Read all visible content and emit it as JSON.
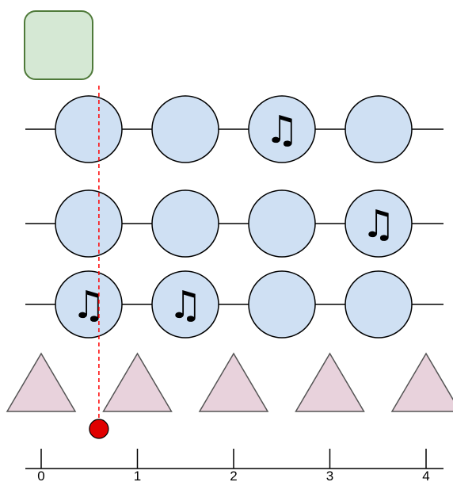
{
  "start_block": {
    "color": "#d5e8d4",
    "stroke": "#4f7a3a"
  },
  "grid": {
    "rows": [
      {
        "cells": [
          false,
          false,
          true,
          false
        ]
      },
      {
        "cells": [
          false,
          false,
          false,
          true
        ]
      },
      {
        "cells": [
          true,
          true,
          false,
          false
        ]
      }
    ],
    "circle_fill": "#cfe0f3",
    "note_icon": "beamed-eighth-notes-icon",
    "note_glyph": "♫"
  },
  "triangles": {
    "count": 5,
    "fill": "#e8d2dc"
  },
  "playhead": {
    "position": 0.6,
    "line_color": "#ff0000",
    "marker_color": "#e00000"
  },
  "ruler": {
    "ticks": [
      {
        "value": 0,
        "label": "0"
      },
      {
        "value": 1,
        "label": "1"
      },
      {
        "value": 2,
        "label": "2"
      },
      {
        "value": 3,
        "label": "3"
      },
      {
        "value": 4,
        "label": "4"
      }
    ]
  }
}
